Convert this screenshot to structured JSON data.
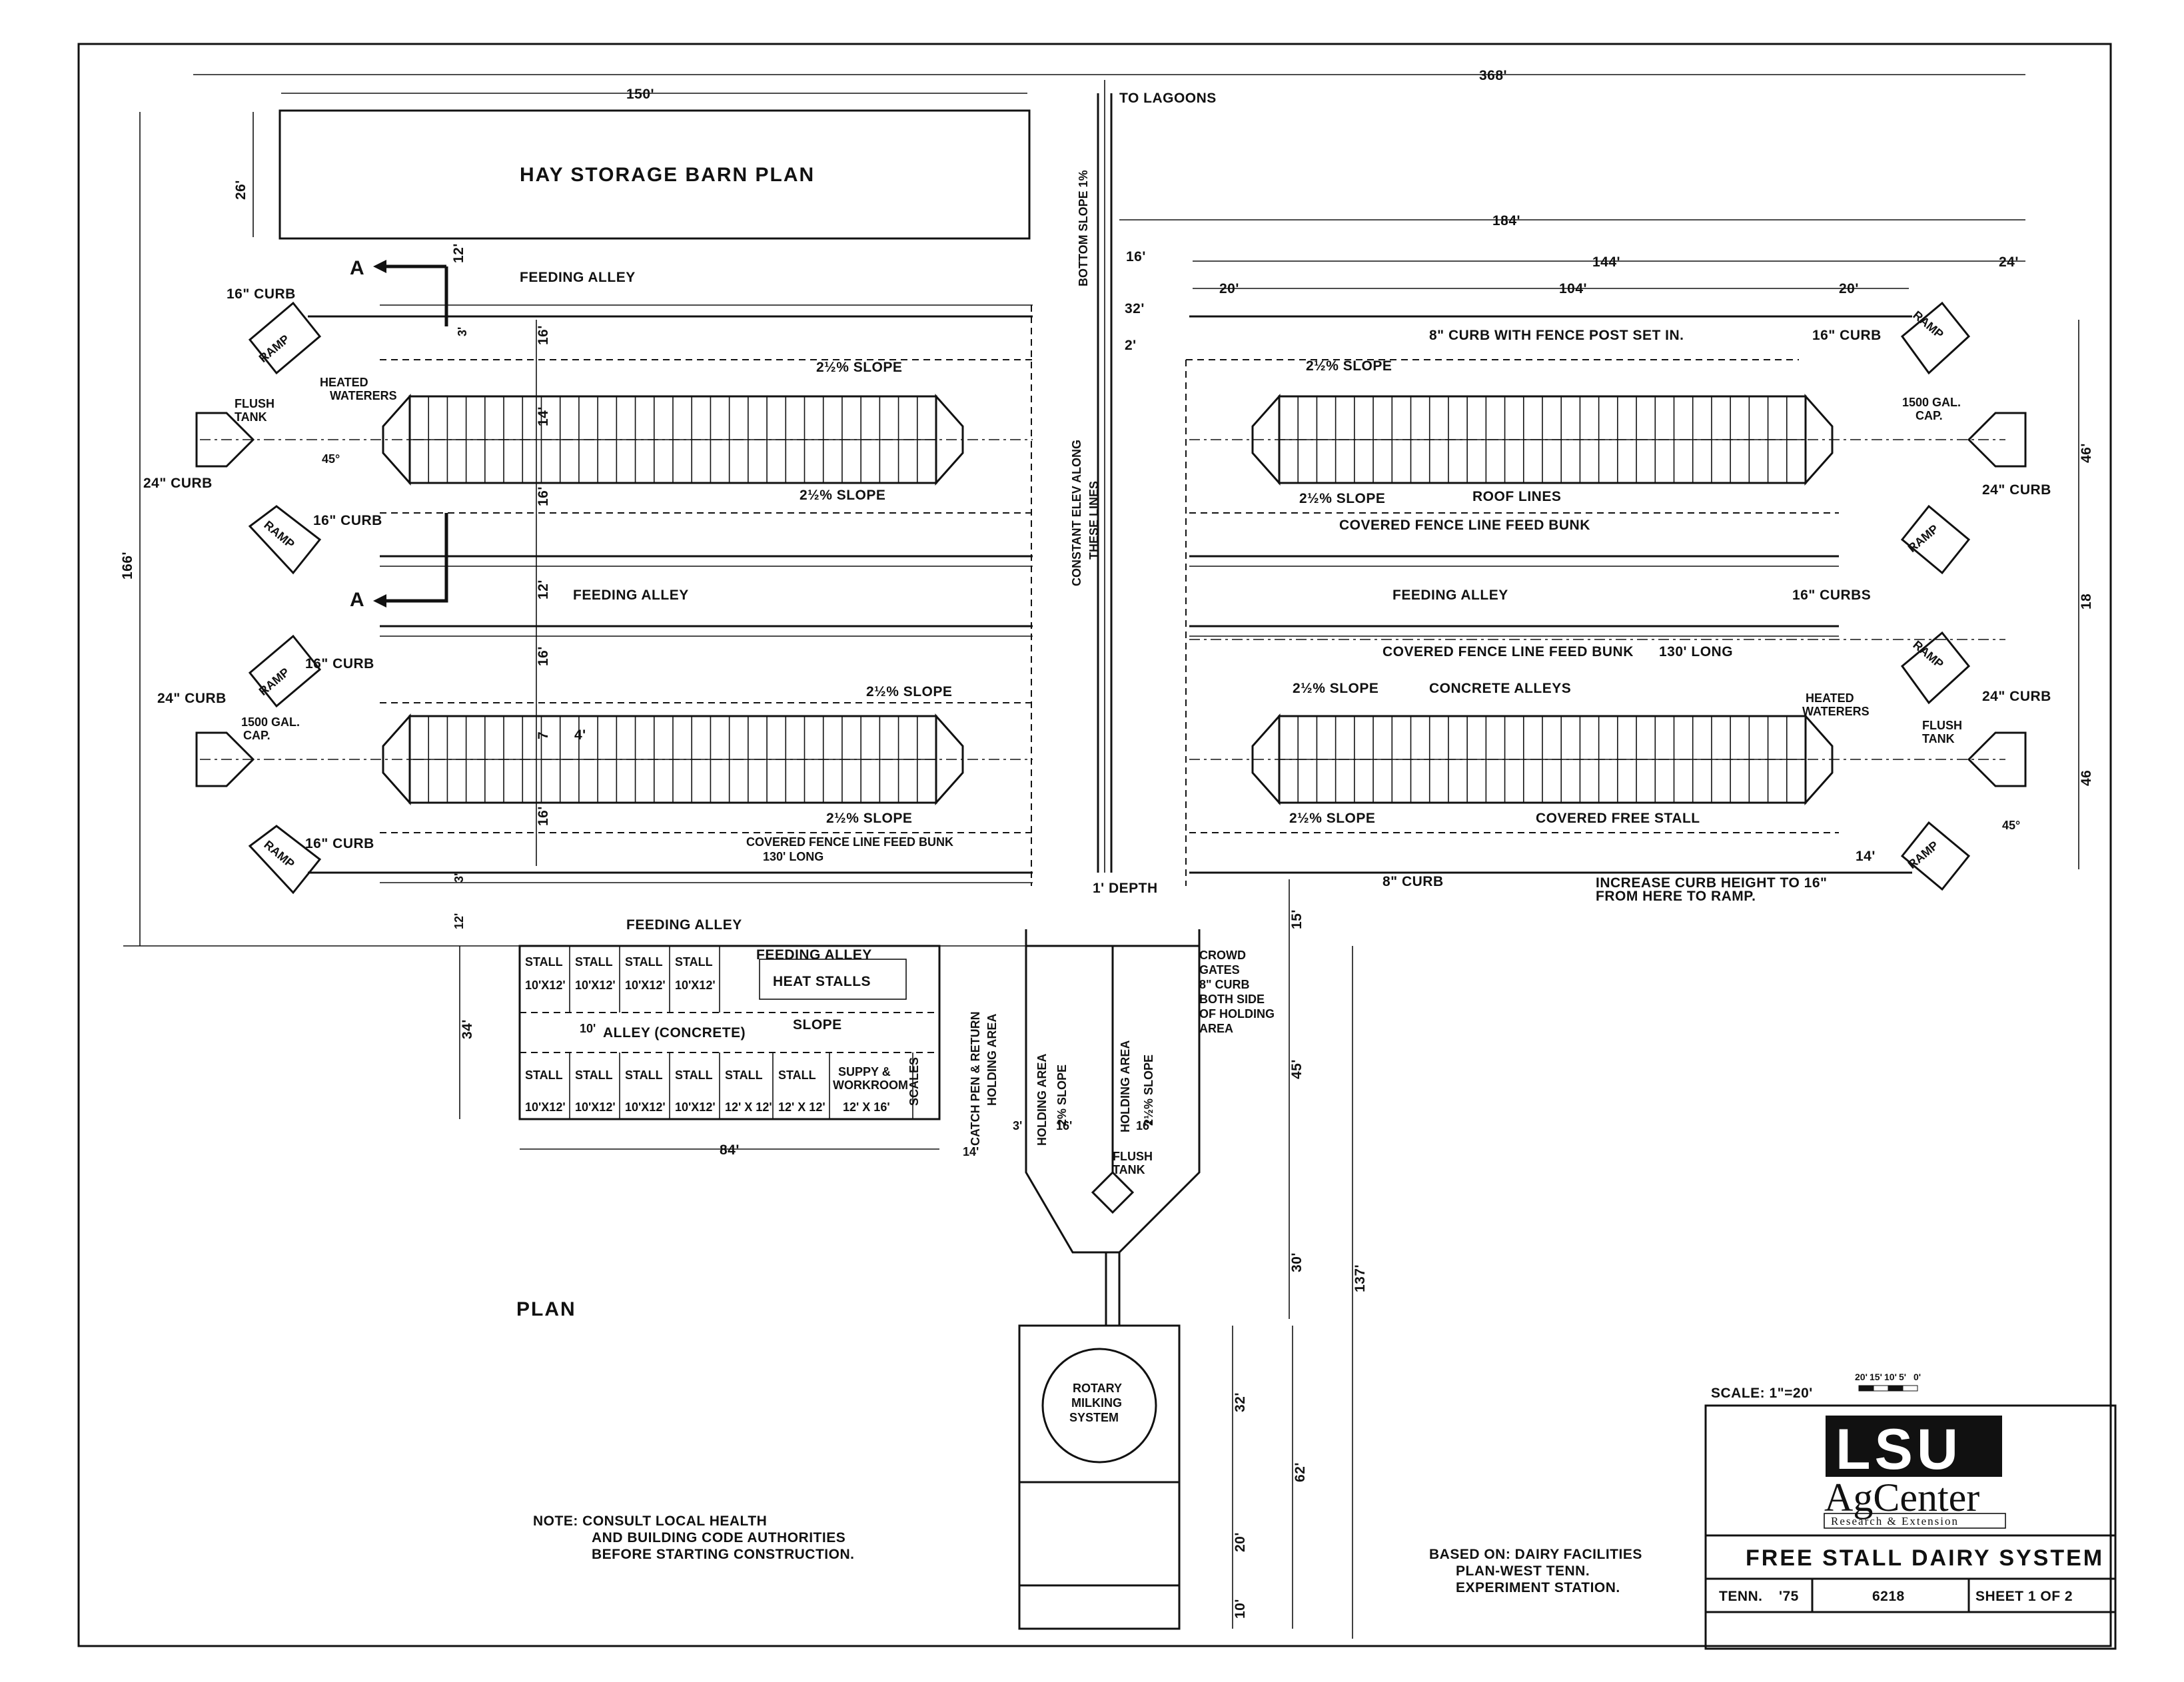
{
  "labels": {
    "hay_barn": "HAY STORAGE BARN PLAN",
    "to_lagoons": "TO LAGOONS",
    "bottom_slope": "BOTTOM SLOPE 1%",
    "feeding_alley": "FEEDING ALLEY",
    "curb16": "16\" CURB",
    "curb24": "24\" CURB",
    "curb8_fence": "8\" CURB WITH FENCE POST SET IN.",
    "curb8": "8\" CURB",
    "curbs16": "16\" CURBS",
    "ramp": "RAMP",
    "flush_tank_1": "FLUSH",
    "flush_tank_2": "TANK",
    "heated_1": "HEATED",
    "waterers": "WATERERS",
    "slope_25": "2½% SLOPE",
    "gal1500_1": "1500 GAL.",
    "gal1500_2": "CAP.",
    "roof_lines": "ROOF LINES",
    "fence_bunk": "COVERED FENCE LINE FEED BUNK",
    "long130": "130' LONG",
    "concrete_alleys": "CONCRETE ALLEYS",
    "free_stall": "COVERED FREE STALL",
    "constant_1": "CONSTANT ELEV ALONG",
    "constant_2": "THESE LINES",
    "one_depth": "1' DEPTH",
    "increase_1": "INCREASE CURB HEIGHT TO 16\"",
    "increase_2": "FROM HERE TO RAMP.",
    "section_a": "A",
    "deg45": "45°",
    "crowd_1": "CROWD",
    "crowd_2": "GATES",
    "crowd_3": "8\" CURB",
    "crowd_4": "BOTH SIDE",
    "crowd_5": "OF HOLDING",
    "crowd_6": "AREA",
    "holding_area": "HOLDING AREA",
    "slope_2": "2% SLOPE",
    "slope_25v": "2½% SLOPE",
    "catch_pen_1": "CATCH PEN & RETURN",
    "catch_pen_2": "HOLDING AREA",
    "heat_stalls": "HEAT STALLS",
    "alley_concrete": "ALLEY (CONCRETE)",
    "slope": "SLOPE",
    "stall": "STALL",
    "scales": "SCALES",
    "suppy_1": "SUPPY &",
    "suppy_2": "WORKROOM",
    "plan": "PLAN",
    "rotary_1": "ROTARY",
    "rotary_2": "MILKING",
    "rotary_3": "SYSTEM",
    "note_1": "NOTE: CONSULT LOCAL HEALTH",
    "note_2": "AND BUILDING CODE AUTHORITIES",
    "note_3": "BEFORE STARTING CONSTRUCTION.",
    "based_1": "BASED ON: DAIRY FACILITIES",
    "based_2": "PLAN-WEST TENN.",
    "based_3": "EXPERIMENT STATION."
  },
  "dimensions": {
    "d368": "368'",
    "d150": "150'",
    "d26": "26'",
    "d184": "184'",
    "d16": "16'",
    "d144": "144'",
    "d24": "24'",
    "d20": "20'",
    "d104": "104'",
    "d32": "32'",
    "d2": "2'",
    "d12": "12'",
    "d3": "3'",
    "d14": "14'",
    "d166": "166'",
    "d46": "46'",
    "d18": "18",
    "d46b": "46",
    "d4": "4'",
    "d7": "7",
    "d34": "34'",
    "d10": "10'",
    "d84": "84'",
    "d15": "15'",
    "d45": "45'",
    "d137": "137'",
    "d30": "30'",
    "d62": "62'",
    "d10b": "10'"
  },
  "small_stalls_top": [
    "10'X12'",
    "10'X12'",
    "10'X12'",
    "10'X12'"
  ],
  "small_stalls_bottom": [
    "10'X12'",
    "10'X12'",
    "10'X12'",
    "10'X12'",
    "12' X 12'",
    "12' X 12'"
  ],
  "workroom_size": "12' X 16'",
  "title_block": {
    "scale": "SCALE: 1\"=20'",
    "scale_ticks": [
      "20'",
      "15'",
      "10'",
      "5'",
      "0'"
    ],
    "logo_1": "LSU",
    "logo_2": "AgCenter",
    "logo_3": "Research & Extension",
    "title": "FREE STALL DAIRY SYSTEM",
    "state": "TENN.",
    "year": "'75",
    "number": "6218",
    "sheet": "SHEET 1 OF 2"
  },
  "colors": {
    "ink": "#111111",
    "paper": "#ffffff"
  }
}
